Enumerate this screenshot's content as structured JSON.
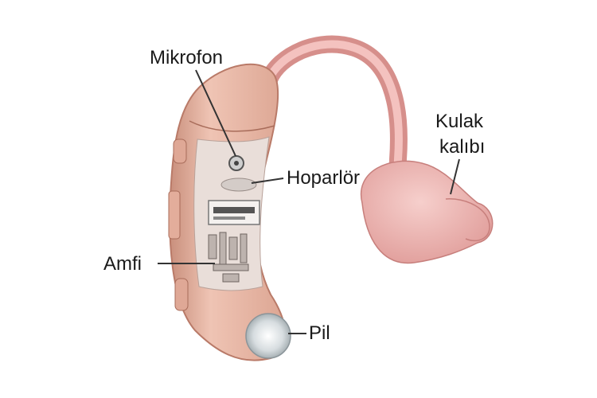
{
  "labels": {
    "microphone": "Mikrofon",
    "speaker": "Hoparlör",
    "ear_mold_line1": "Kulak",
    "ear_mold_line2": "kalıbı",
    "amplifier": "Amfi",
    "battery": "Pil"
  },
  "colors": {
    "body": "#e9b8a6",
    "body_shadow": "#c98f7c",
    "body_edge": "#b97a68",
    "tube": "#eaa9a4",
    "ear_mold": "#eeb0ae",
    "window": "#e7ddd8",
    "battery": "#d8dde0",
    "leader": "#333333"
  }
}
